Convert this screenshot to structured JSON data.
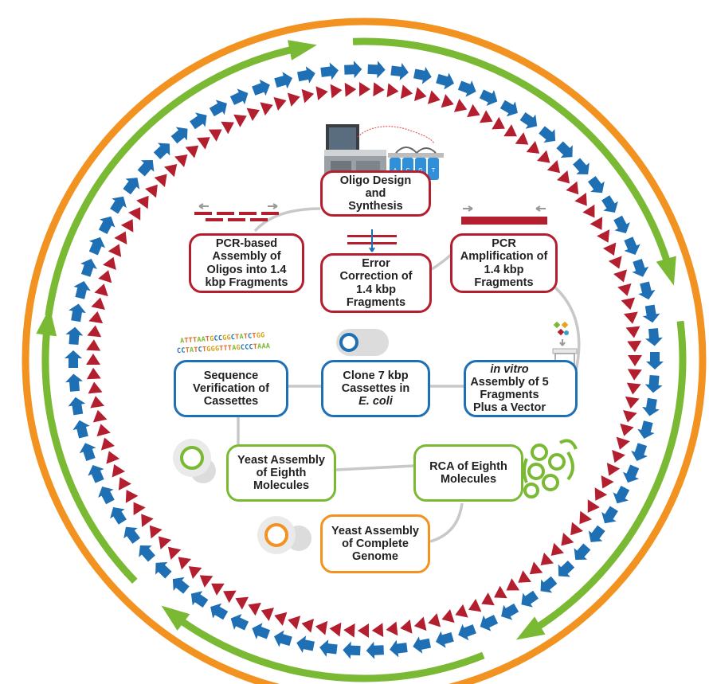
{
  "steps": {
    "oligo_design": "Oligo Design and Synthesis",
    "pcr_assembly": "PCR-based Assembly of Oligos into 1.4 kbp Fragments",
    "error_correction": "Error Correction of 1.4 kbp Fragments",
    "pcr_amplification": "PCR Amplification of 1.4 kbp Fragments",
    "sequence_verification": "Sequence Verification of Cassettes",
    "clone_cassettes": {
      "line1": "Clone 7 kbp",
      "line2": "Cassettes in",
      "line3": "E. coli"
    },
    "in_vitro_assembly": {
      "line1": "in vitro",
      "line2": "Assembly of 5 Fragments Plus a Vector"
    },
    "yeast_eighth": "Yeast Assembly of Eighth Molecules",
    "rca_eighth": "RCA of Eighth Molecules",
    "yeast_complete": "Yeast Assembly of Complete Genome"
  },
  "sequences": {
    "line1": "ATTTAATGCCGGCTATCTGG",
    "line2": "CCTATCTGGGTTTAGCCCTAAA"
  },
  "vials_label": "A C G T",
  "colors": {
    "orange": "#f29220",
    "green": "#79b933",
    "blue": "#1f6fb5",
    "red": "#b31f2e",
    "connector": "#c8c8c8"
  }
}
